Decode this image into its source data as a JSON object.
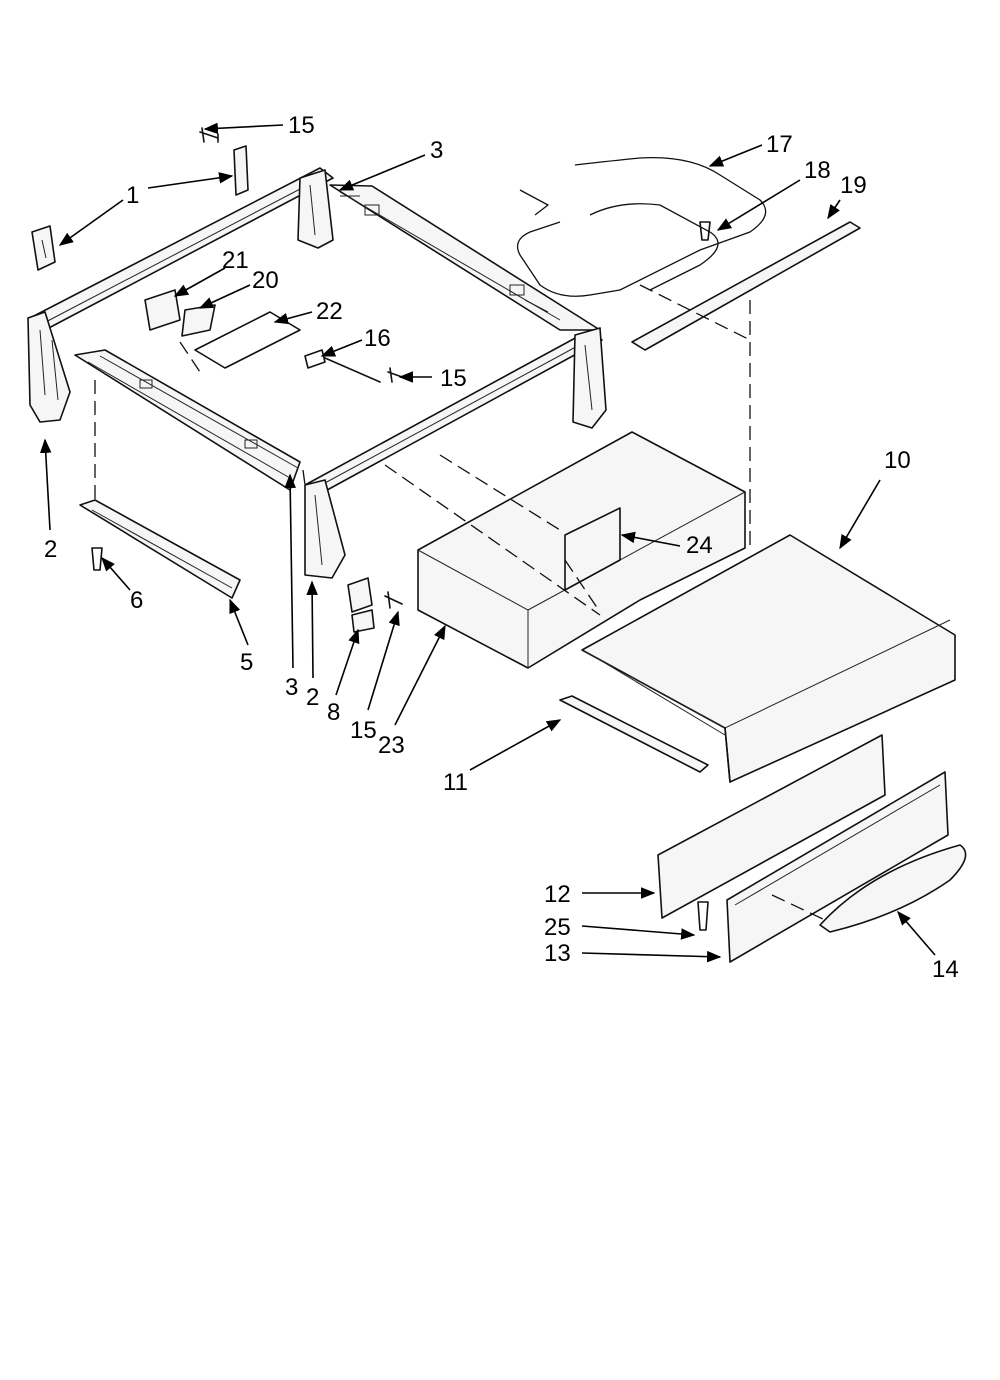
{
  "callouts": {
    "c1": "1",
    "c2a": "2",
    "c2b": "2",
    "c3a": "3",
    "c3b": "3",
    "c5": "5",
    "c6": "6",
    "c8": "8",
    "c10": "10",
    "c11": "11",
    "c12": "12",
    "c13": "13",
    "c14": "14",
    "c15a": "15",
    "c15b": "15",
    "c15c": "15",
    "c16": "16",
    "c17": "17",
    "c18": "18",
    "c19": "19",
    "c20": "20",
    "c21": "21",
    "c22": "22",
    "c23": "23",
    "c24": "24",
    "c25": "25"
  }
}
